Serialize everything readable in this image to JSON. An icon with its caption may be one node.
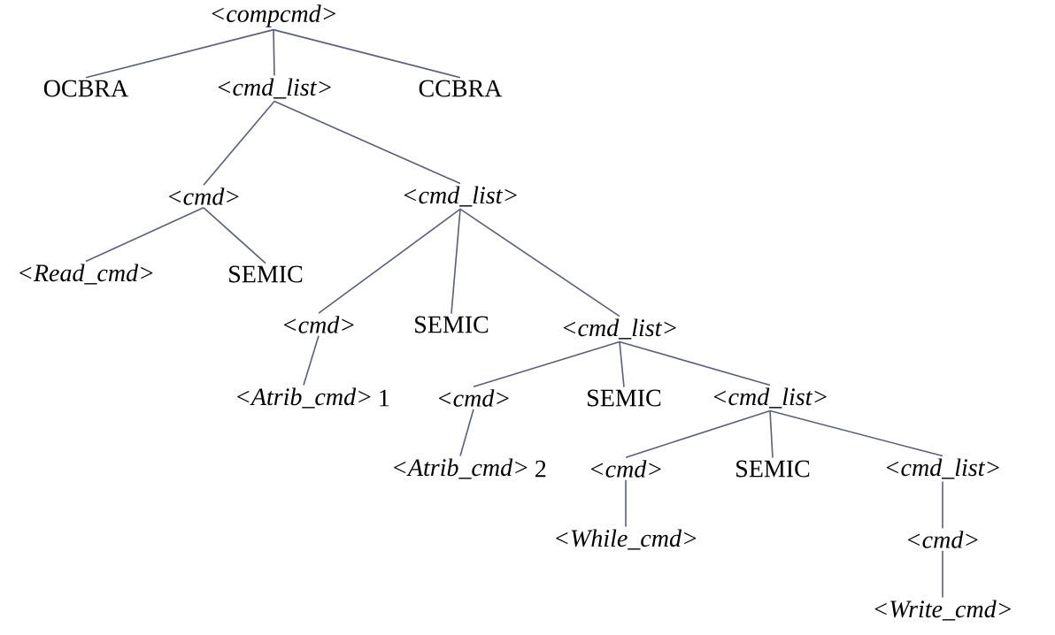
{
  "diagram": {
    "nodes": [
      {
        "text": [
          "<compcmd>"
        ]
      },
      {
        "text": [
          "OCBRA"
        ]
      },
      {
        "text": [
          "<cmd_list>"
        ]
      },
      {
        "text": [
          "CCBRA"
        ]
      },
      {
        "text": [
          "<cmd>"
        ]
      },
      {
        "text": [
          "<cmd_list>"
        ]
      },
      {
        "text": [
          "<Read_cmd>"
        ]
      },
      {
        "text": [
          "SEMIC"
        ]
      },
      {
        "text": [
          "<cmd>"
        ]
      },
      {
        "text": [
          "SEMIC"
        ]
      },
      {
        "text": [
          "<cmd_list>"
        ]
      },
      {
        "text": [
          "<Atrib_cmd>"
        ],
        "beside": [
          "1"
        ]
      },
      {
        "text": [
          "<cmd>"
        ]
      },
      {
        "text": [
          "SEMIC"
        ]
      },
      {
        "text": [
          "<cmd_list>"
        ]
      },
      {
        "text": [
          "<Atrib_cmd>"
        ],
        "beside": [
          "2"
        ]
      },
      {
        "text": [
          "<cmd>"
        ]
      },
      {
        "text": [
          "SEMIC"
        ]
      },
      {
        "text": [
          "<cmd_list>"
        ]
      },
      {
        "text": [
          "<While_cmd>"
        ]
      },
      {
        "text": [
          "<cmd>"
        ]
      },
      {
        "text": [
          "<Write_cmd>"
        ]
      }
    ],
    "edges": [
      {
        "from": 0,
        "to": 1,
        "arrow": "none"
      },
      {
        "from": 0,
        "to": 2,
        "arrow": "none"
      },
      {
        "from": 0,
        "to": 3,
        "arrow": "none"
      },
      {
        "from": 2,
        "to": 4,
        "arrow": "none"
      },
      {
        "from": 2,
        "to": 5,
        "arrow": "none"
      },
      {
        "from": 4,
        "to": 6,
        "arrow": "none"
      },
      {
        "from": 4,
        "to": 7,
        "arrow": "none"
      },
      {
        "from": 5,
        "to": 8,
        "arrow": "none"
      },
      {
        "from": 5,
        "to": 9,
        "arrow": "none"
      },
      {
        "from": 5,
        "to": 10,
        "arrow": "none"
      },
      {
        "from": 8,
        "to": 11,
        "arrow": "none"
      },
      {
        "from": 10,
        "to": 12,
        "arrow": "none"
      },
      {
        "from": 10,
        "to": 13,
        "arrow": "none"
      },
      {
        "from": 10,
        "to": 14,
        "arrow": "none"
      },
      {
        "from": 12,
        "to": 15,
        "arrow": "none"
      },
      {
        "from": 14,
        "to": 16,
        "arrow": "none"
      },
      {
        "from": 14,
        "to": 17,
        "arrow": "none"
      },
      {
        "from": 14,
        "to": 18,
        "arrow": "none"
      },
      {
        "from": 16,
        "to": 19,
        "arrow": "none"
      },
      {
        "from": 18,
        "to": 20,
        "arrow": "none"
      },
      {
        "from": 20,
        "to": 21,
        "arrow": "none"
      }
    ]
  }
}
